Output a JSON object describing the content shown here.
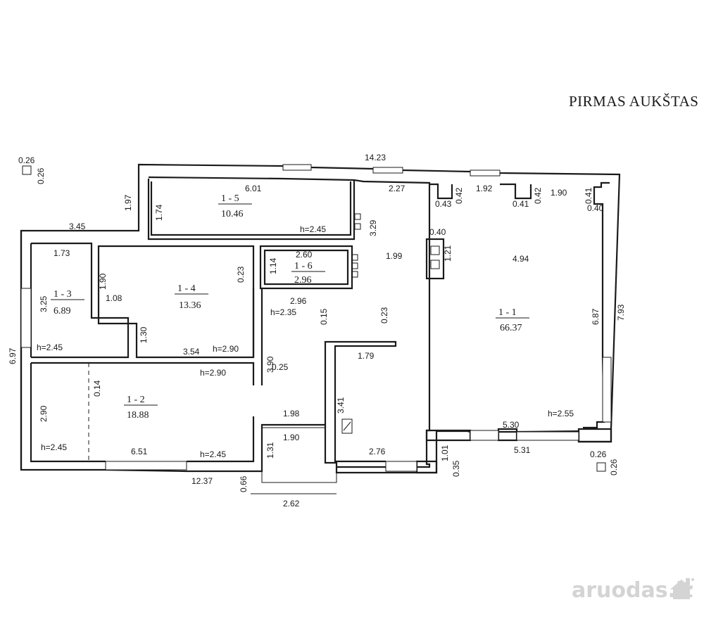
{
  "title": "PIRMAS AUKŠTAS",
  "watermark": "aruodas.lt",
  "rooms": [
    {
      "id": "1 - 1",
      "area": "66.37"
    },
    {
      "id": "1 - 2",
      "area": "18.88"
    },
    {
      "id": "1 - 3",
      "area": "6.89"
    },
    {
      "id": "1 - 4",
      "area": "13.36"
    },
    {
      "id": "1 - 5",
      "area": "10.46"
    },
    {
      "id": "1 - 6",
      "area": "2.96"
    }
  ],
  "dimensions": [
    "0.26",
    "0.26",
    "14.23",
    "1.97",
    "6.01",
    "1.74",
    "2.27",
    "0.42",
    "1.92",
    "0.42",
    "1.90",
    "0.41",
    "0.43",
    "0.41",
    "0.40",
    "3.45",
    "h=2.45",
    "3.29",
    "0.40",
    "1.73",
    "1.90",
    "2.60",
    "1.14",
    "1.99",
    "1.21",
    "4.94",
    "0.23",
    "3.25",
    "1.08",
    "0.15",
    "h=2.35",
    "2.96",
    "0.23",
    "6.87",
    "7.93",
    "1.30",
    "h=2.45",
    "3.54",
    "h=2.90",
    "1.79",
    "3.90",
    "h=2.90",
    "0.25",
    "6.97",
    "0.14",
    "2.90",
    "3.41",
    "1.98",
    "h=2.55",
    "5.30",
    "h=2.45",
    "6.51",
    "h=2.45",
    "1.90",
    "1.31",
    "2.76",
    "5.31",
    "0.26",
    "1.01",
    "0.35",
    "0.26",
    "12.37",
    "0.66",
    "2.62"
  ]
}
